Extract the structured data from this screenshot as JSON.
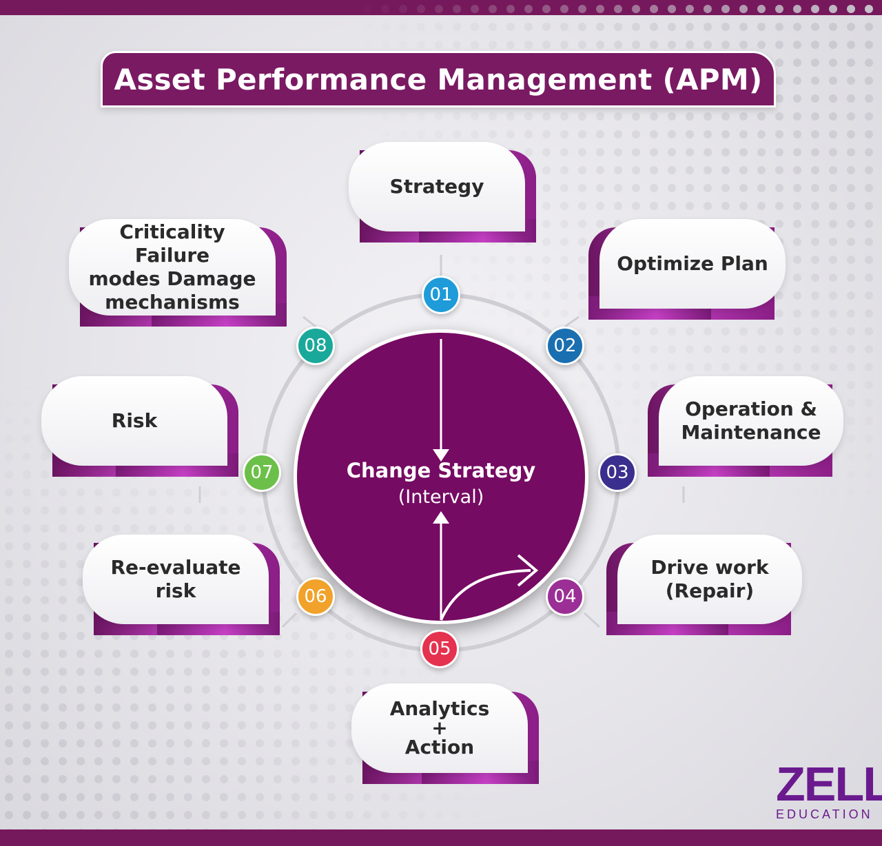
{
  "title": "Asset Performance Management (APM)",
  "center": {
    "title": "Change Strategy",
    "subtitle": "(Interval)"
  },
  "steps": [
    {
      "number": "01",
      "label": "Strategy",
      "color": "#1e9bd8"
    },
    {
      "number": "02",
      "label": "Optimize Plan",
      "color": "#1a6fb0"
    },
    {
      "number": "03",
      "label": "Operation &\nMaintenance",
      "color": "#3a2f8e"
    },
    {
      "number": "04",
      "label": "Drive work\n(Repair)",
      "color": "#9b2f96"
    },
    {
      "number": "05",
      "label": "Analytics\n+\nAction",
      "color": "#e5324f"
    },
    {
      "number": "06",
      "label": "Re-evaluate risk",
      "color": "#f0a22a"
    },
    {
      "number": "07",
      "label": "Risk",
      "color": "#6cc04a"
    },
    {
      "number": "08",
      "label": "Criticality Failure\nmodes Damage\nmechanisms",
      "color": "#1aa89a"
    }
  ],
  "logo": {
    "main": "ZELL",
    "sub": "EDUCATION",
    "color": "#6a1a8e"
  },
  "colors": {
    "brand": "#76185c",
    "center": "#760b63"
  }
}
